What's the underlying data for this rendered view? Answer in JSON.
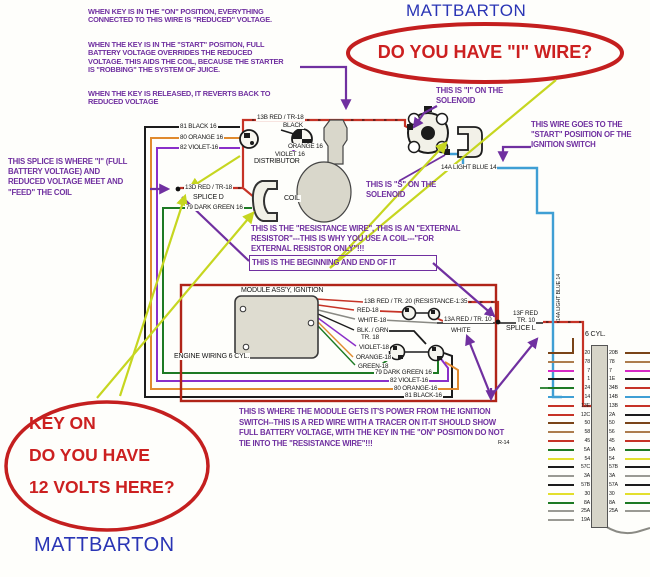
{
  "watermark_top": "MATTBARTON",
  "watermark_bottom": "MATTBARTON",
  "callout_i_wire": "DO YOU HAVE \"I\" WIRE?",
  "callout_key_on": [
    "KEY ON",
    "DO YOU HAVE",
    "12 VOLTS HERE?"
  ],
  "annotations": {
    "key_on": "WHEN KEY IS IN THE \"ON\" POSITION, EVERYTHING CONNECTED TO THIS WIRE IS \"REDUCED\" VOLTAGE.",
    "key_start": "WHEN THE KEY IS IN THE \"START\" POSITION, FULL BATTERY VOLTAGE OVERRIDES THE REDUCED VOLTAGE. THIS AIDS THE COIL, BECAUSE THE STARTER IS \"ROBBING\" THE SYSTEM OF JUICE.",
    "key_released": "WHEN THE KEY IS RELEASED, IT REVERTS BACK TO REDUCED VOLTAGE",
    "i_on_solenoid": "THIS IS \"I\" ON THE SOLENOID",
    "s_on_solenoid": "THIS IS \"S\" ON THE SOLENOID",
    "start_wire": "THIS WIRE GOES TO THE \"START\" POSIITION OF THE IGNITION SWITCH",
    "splice": "THIS SPLICE IS WHERE \"I\" (FULL BATTERY VOLTAGE) AND REDUCED VOLTAGE MEET AND \"FEED\" THE COIL",
    "resistance": "THIS IS THE \"RESISTANCE WIRE\", THIS IS AN \"EXTERNAL RESISTOR\"---THIS IS WHY YOU USE A COIL---\"FOR EXTERNAL RESISTOR ONLY\"!!!",
    "beginning_end": "THIS IS THE BEGINNING AND END OF IT",
    "module_power": "THIS IS WHERE THE MODULE GETS IT'S POWER FROM THE IGNITION SWITCH--THIS IS A RED WIRE WITH A TRACER ON IT-IT SHOULD SHOW FULL BATTERY VOLTAGE, WITH THE KEY IN THE \"ON\" POSITION DO NOT TIE INTO THE \"RESISTANCE WIRE\"!!!"
  },
  "components": {
    "distributor": "DISTRIBUTOR",
    "coil": "COIL",
    "module": "MODULE ASS'Y, IGNITION",
    "engine_wiring": "ENGINE WIRING 6 CYL.",
    "splice_d": "SPLICE D",
    "splice_l": "SPLICE L",
    "six_cyl": "6 CYL."
  },
  "wires": {
    "w81_top": "81 BLACK 16",
    "w80_top": "80 ORANGE 16",
    "w82_top": "82 VIOLET-16",
    "w13b": "13B RED / TR-18",
    "black": "BLACK",
    "orange16": "ORANGE 16",
    "violet16": "VIOLET 16",
    "w13d": "13D RED / TR-18",
    "w79_top": "79 DARK GREEN 16",
    "w14a": "14A LIGHT BLUE 14",
    "w14a_vert": "14A LIGHT BLUE 14",
    "w13b_res": "13B RED / TR. 20 (RESISTANCE-1:35",
    "red18": "RED-18",
    "white18": "WHITE-18",
    "blkgrn_1": "BLK. / GRN",
    "blkgrn_2": "TR. 18",
    "violet18": "VIOLET-18",
    "orange18": "ORANGE-18",
    "green18": "GREEN-18",
    "w79_bot": "79 DARK GREEN 16",
    "w82_bot": "82 VIOLET-16",
    "w80_bot": "80 ORANGE-16",
    "w81_bot": "81 BLACK-16",
    "w13a": "13A RED / TR. 10",
    "w13f_1": "13F RED",
    "w13f_2": "TR. 10",
    "white": "WHITE",
    "r14": "R-14"
  },
  "connector": {
    "pins": [
      {
        "l": "20",
        "r": "20B",
        "cl": "#7a4418",
        "cr": "#7a4418"
      },
      {
        "l": "78",
        "r": "78",
        "cl": "#ad7d4e",
        "cr": "#ad7d4e"
      },
      {
        "l": "7",
        "r": "7",
        "cl": "#d629c6",
        "cr": "#d629c6"
      },
      {
        "l": "1",
        "r": "1E",
        "cl": "#1c1c1c",
        "cr": "#1c1c1c"
      },
      {
        "l": "24",
        "r": "34B",
        "cl": "#1d7a24",
        "cr": "#c63326"
      },
      {
        "l": "14",
        "r": "14B",
        "cl": "#3f9fd4",
        "cr": "#3f9fd4"
      },
      {
        "l": "13E",
        "r": "13B",
        "cl": "#c63326",
        "cr": "#c63326"
      },
      {
        "l": "12C",
        "r": "2A",
        "cl": "#c63326",
        "cr": "#1c1c1c"
      },
      {
        "l": "50",
        "r": "50",
        "cl": "#7a4418",
        "cr": "#7a4418"
      },
      {
        "l": "58",
        "r": "56",
        "cl": "#ad7d4e",
        "cr": "#ad7d4e"
      },
      {
        "l": "45",
        "r": "45",
        "cl": "#c63326",
        "cr": "#c63326"
      },
      {
        "l": "5A",
        "r": "5A",
        "cl": "#1d7a24",
        "cr": "#1d7a24"
      },
      {
        "l": "54",
        "r": "54",
        "cl": "#e3df2c",
        "cr": "#e3df2c"
      },
      {
        "l": "57C",
        "r": "57B",
        "cl": "#1c1c1c",
        "cr": "#1c1c1c"
      },
      {
        "l": "3A",
        "r": "3A",
        "cl": "#9a9a94",
        "cr": "#9a9a94"
      },
      {
        "l": "57B",
        "r": "57A",
        "cl": "#1c1c1c",
        "cr": "#1c1c1c"
      },
      {
        "l": "30",
        "r": "30",
        "cl": "#e3df2c",
        "cr": "#e3df2c"
      },
      {
        "l": "8A",
        "r": "8A",
        "cl": "#1d7a24",
        "cr": "#1d7a24"
      },
      {
        "l": "25A",
        "r": "25A",
        "cl": "#9a9a94",
        "cr": "#9a9a94"
      },
      {
        "l": "19A",
        "r": "",
        "cl": "#9a9a94",
        "cr": "transparent"
      }
    ]
  },
  "colors": {
    "annotation_purple": "#7030a0",
    "callout_red": "#c41f1f",
    "watermark_blue": "#2a35b5",
    "wire_red": "#c63326",
    "wire_orange": "#e08a2e",
    "wire_violet": "#8a2fc9",
    "wire_green": "#1d7a24",
    "wire_light_blue": "#3f9fd4",
    "wire_black": "#1c1c1c",
    "annotation_line_chartreuse": "#c6d620"
  }
}
